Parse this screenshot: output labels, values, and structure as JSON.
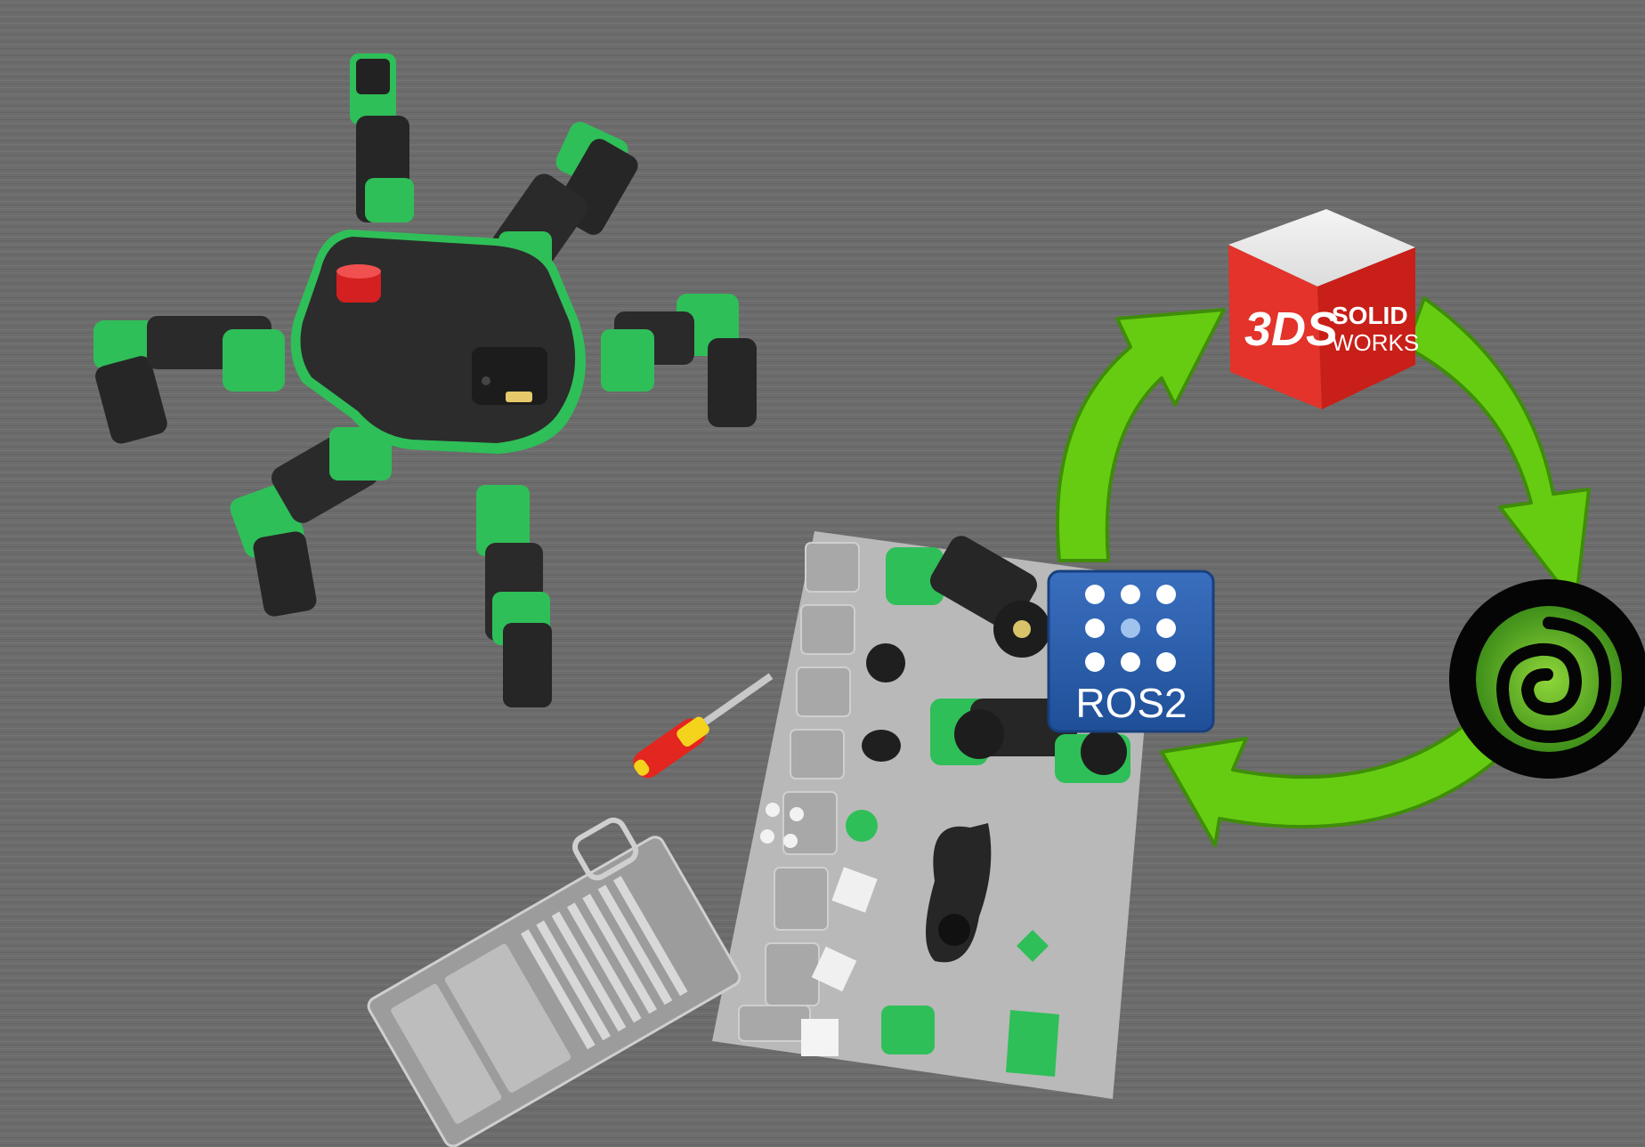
{
  "logos": {
    "solidworks": {
      "brand_text_line1": "SOLID",
      "brand_text_line2": "WORKS",
      "emblem": "3DS",
      "color": "#d7251d"
    },
    "ros2": {
      "label": "ROS2",
      "color": "#2a5aa6"
    },
    "gazebo": {
      "icon": "spiral-icon",
      "color": "#55b32a"
    }
  },
  "cycle_arrows": {
    "color": "#66cc11",
    "outline": "#3f8d0a",
    "direction": "clockwise"
  },
  "colors": {
    "floor": "#6d6d6d",
    "robot_body": "#2b2b2b",
    "robot_accent": "#2fbf58",
    "mat": "#b9b9b9"
  }
}
